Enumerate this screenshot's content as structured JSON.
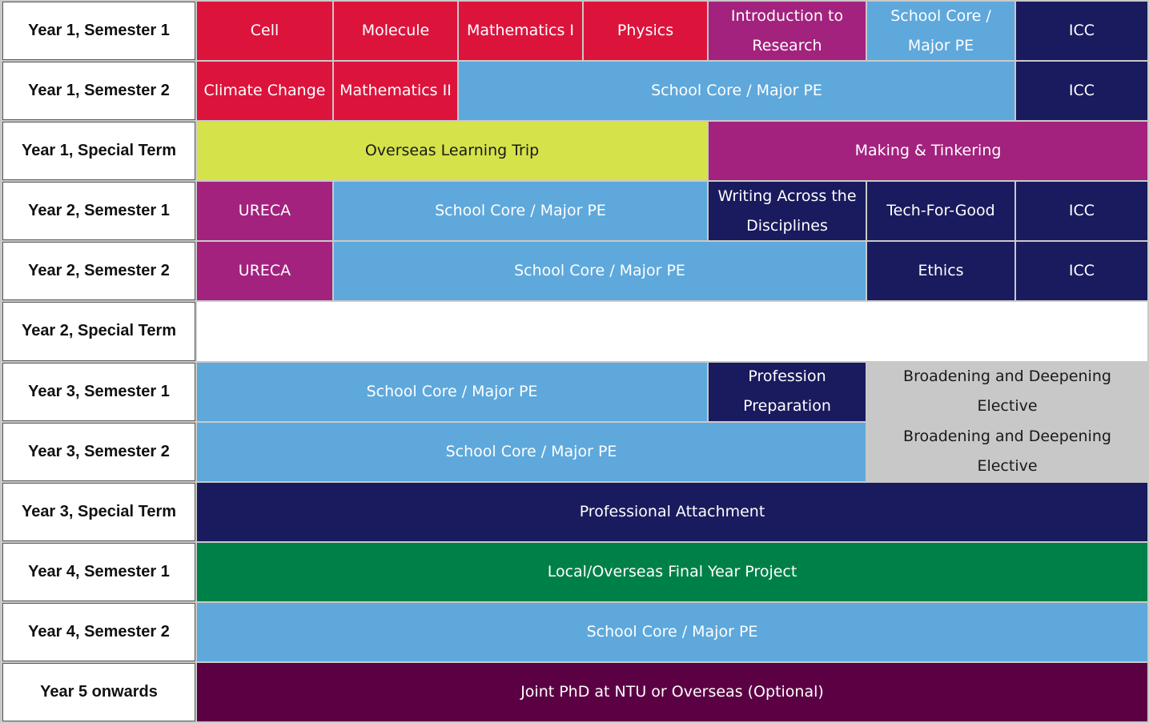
{
  "colors": {
    "red": "#DC143C",
    "purple": "#A3227E",
    "lightblue": "#5EA8DC",
    "navy": "#1A1A5E",
    "lime": "#D5E24A",
    "grey": "#C8C8C8",
    "green": "#008049",
    "plum": "#5C0044"
  },
  "rows": [
    {
      "label": "Year 1, Semester 1",
      "cells": [
        {
          "text": "Cell",
          "color": "red",
          "col": 2,
          "span": 1
        },
        {
          "text": "Molecule",
          "color": "red",
          "col": 3,
          "span": 1
        },
        {
          "text": "Mathematics I",
          "color": "red",
          "col": 4,
          "span": 1
        },
        {
          "text": "Physics",
          "color": "red",
          "col": 5,
          "span": 1
        },
        {
          "text": "Introduction to Research",
          "color": "purple",
          "col": 6,
          "span": 1
        },
        {
          "text": "School Core / Major PE",
          "color": "lightblue",
          "col": 7,
          "span": 1
        },
        {
          "text": "ICC",
          "color": "navy",
          "col": 8,
          "span": 1
        }
      ]
    },
    {
      "label": "Year 1, Semester 2",
      "cells": [
        {
          "text": "Climate Change",
          "color": "red",
          "col": 2,
          "span": 1
        },
        {
          "text": "Mathematics II",
          "color": "red",
          "col": 3,
          "span": 1
        },
        {
          "text": "School Core / Major PE",
          "color": "lightblue",
          "col": 4,
          "span": 4
        },
        {
          "text": "ICC",
          "color": "navy",
          "col": 8,
          "span": 1
        }
      ]
    },
    {
      "label": "Year 1, Special Term",
      "cells": [
        {
          "text": "Overseas Learning Trip",
          "color": "lime",
          "col": 2,
          "span": 4
        },
        {
          "text": "Making & Tinkering",
          "color": "purple",
          "col": 6,
          "span": 3
        }
      ]
    },
    {
      "label": "Year 2, Semester 1",
      "cells": [
        {
          "text": "URECA",
          "color": "purple",
          "col": 2,
          "span": 1
        },
        {
          "text": "School Core / Major PE",
          "color": "lightblue",
          "col": 3,
          "span": 3
        },
        {
          "text": "Writing Across the Disciplines",
          "color": "navy",
          "col": 6,
          "span": 1
        },
        {
          "text": "Tech-For-Good",
          "color": "navy",
          "col": 7,
          "span": 1
        },
        {
          "text": "ICC",
          "color": "navy",
          "col": 8,
          "span": 1
        }
      ]
    },
    {
      "label": "Year 2, Semester 2",
      "cells": [
        {
          "text": "URECA",
          "color": "purple",
          "col": 2,
          "span": 1
        },
        {
          "text": "School Core / Major PE",
          "color": "lightblue",
          "col": 3,
          "span": 4
        },
        {
          "text": "Ethics",
          "color": "navy",
          "col": 7,
          "span": 1
        },
        {
          "text": "ICC",
          "color": "navy",
          "col": 8,
          "span": 1
        }
      ]
    },
    {
      "label": "Year 2, Special Term",
      "cells": []
    },
    {
      "label": "Year 3, Semester 1",
      "cells": [
        {
          "text": "School Core / Major PE",
          "color": "lightblue",
          "col": 2,
          "span": 4
        },
        {
          "text": "Profession Preparation",
          "color": "navy",
          "col": 6,
          "span": 1
        },
        {
          "text": "Broadening and Deepening Elective",
          "color": "grey",
          "col": 7,
          "span": 2
        }
      ]
    },
    {
      "label": "Year 3, Semester 2",
      "cells": [
        {
          "text": "School Core / Major PE",
          "color": "lightblue",
          "col": 2,
          "span": 5
        },
        {
          "text": "Broadening and Deepening Elective",
          "color": "grey",
          "col": 7,
          "span": 2
        }
      ]
    },
    {
      "label": "Year 3, Special Term",
      "cells": [
        {
          "text": "Professional Attachment",
          "color": "navy",
          "col": 2,
          "span": 7
        }
      ]
    },
    {
      "label": "Year 4, Semester 1",
      "cells": [
        {
          "text": "Local/Overseas Final Year Project",
          "color": "green",
          "col": 2,
          "span": 7
        }
      ]
    },
    {
      "label": "Year 4, Semester 2",
      "cells": [
        {
          "text": "School Core / Major PE",
          "color": "lightblue",
          "col": 2,
          "span": 7
        }
      ]
    },
    {
      "label": "Year 5 onwards",
      "cells": [
        {
          "text": "Joint PhD at NTU or Overseas (Optional)",
          "color": "plum",
          "col": 2,
          "span": 7
        }
      ]
    }
  ]
}
